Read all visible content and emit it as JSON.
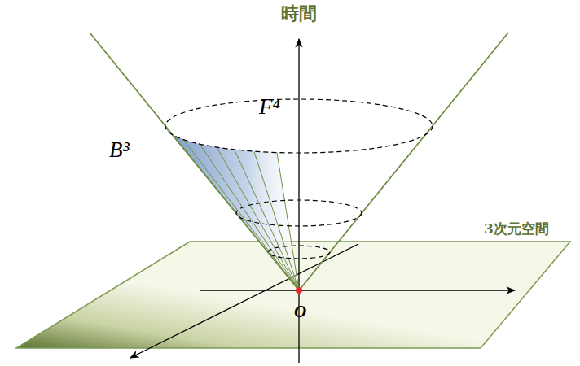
{
  "diagram": {
    "labels": [
      "時間",
      "F⁴",
      "B³",
      "3次元空間",
      "O"
    ]
  }
}
